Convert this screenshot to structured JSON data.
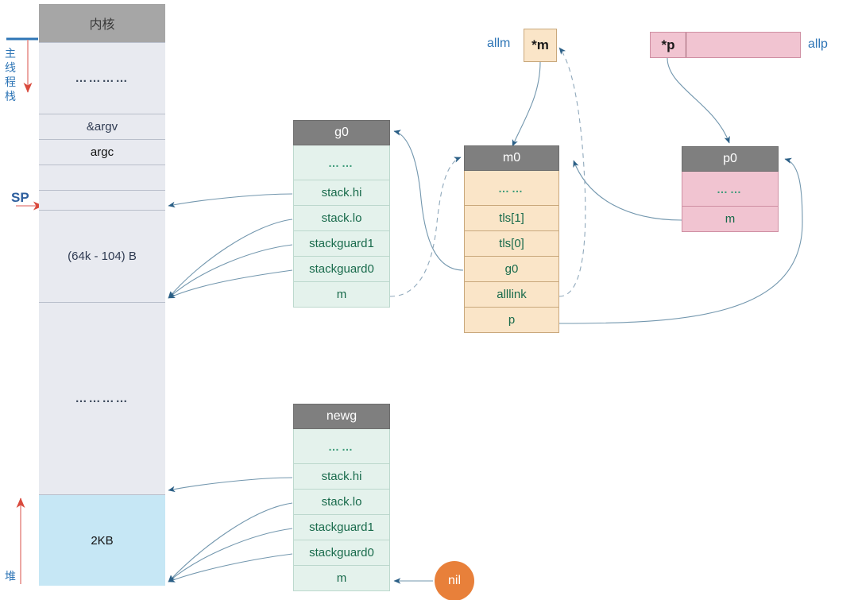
{
  "diagram": {
    "title": "Go runtime m0/g0/p0 memory layout",
    "colors": {
      "header_gray": "#7f7f7f",
      "kernel_gray": "#a6a6a6",
      "stack_gray": "#e8eaf0",
      "heap_blue": "#c6e7f5",
      "g_mint": "#e4f2ec",
      "m_peach": "#fae5c8",
      "p_pink": "#f1c4d1",
      "nil_orange": "#e8803a",
      "label_blue": "#2e75b6",
      "arrow_blue": "#4a7fa8",
      "red_arrow": "#e06666",
      "text_green": "#186a4b"
    }
  },
  "memory_column": {
    "name": "main-thread-stack",
    "rows": [
      {
        "label": "内核",
        "kind": "kernel"
      },
      {
        "label": "…………",
        "kind": "dots"
      },
      {
        "label": "&argv",
        "kind": "body"
      },
      {
        "label": "argc",
        "kind": "body"
      },
      {
        "label": "",
        "kind": "body"
      },
      {
        "label": "",
        "kind": "body"
      },
      {
        "label": "(64k - 104) B",
        "kind": "body"
      },
      {
        "label": "…………",
        "kind": "dots"
      },
      {
        "label": "2KB",
        "kind": "heap"
      }
    ]
  },
  "annotations": {
    "main_stack_label": "主线程栈",
    "heap_label": "堆",
    "sp_label": "SP"
  },
  "allm": {
    "label": "allm",
    "cell_value": "*m"
  },
  "allp": {
    "label": "allp",
    "cell_value": "*p"
  },
  "structs": {
    "g0": {
      "title": "g0",
      "fields": [
        "……",
        "stack.hi",
        "stack.lo",
        "stackguard1",
        "stackguard0",
        "m"
      ]
    },
    "newg": {
      "title": "newg",
      "fields": [
        "……",
        "stack.hi",
        "stack.lo",
        "stackguard1",
        "stackguard0",
        "m"
      ]
    },
    "m0": {
      "title": "m0",
      "fields": [
        "……",
        "tls[1]",
        "tls[0]",
        "g0",
        "alllink",
        "p"
      ]
    },
    "p0": {
      "title": "p0",
      "fields": [
        "……",
        "m"
      ]
    }
  },
  "nil_node": {
    "label": "nil"
  }
}
